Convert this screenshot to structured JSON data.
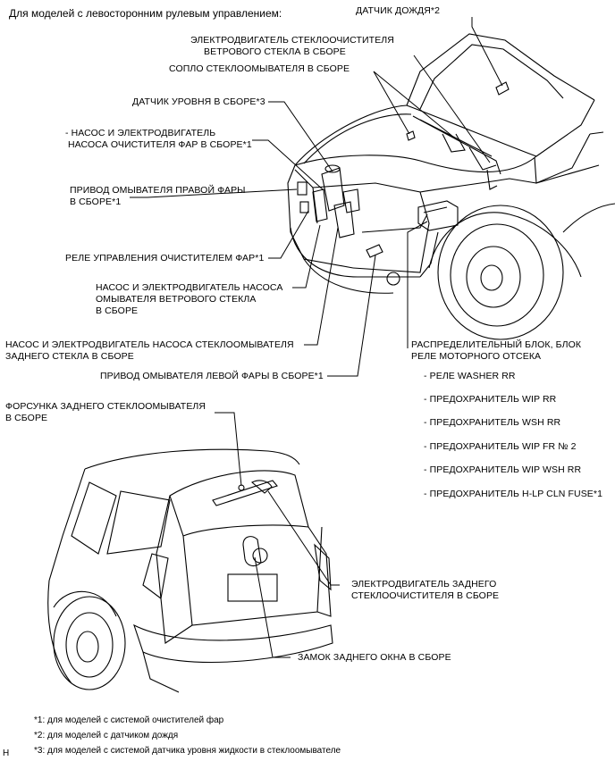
{
  "header": "Для моделей с левосторонним рулевым управлением:",
  "labels": {
    "rain_sensor": "ДАТЧИК ДОЖДЯ*2",
    "wiper_motor_1": "ЭЛЕКТРОДВИГАТЕЛЬ СТЕКЛООЧИСТИТЕЛЯ",
    "wiper_motor_2": "ВЕТРОВОГО СТЕКЛА В СБОРЕ",
    "washer_nozzle": "СОПЛО СТЕКЛООМЫВАТЕЛЯ В СБОРЕ",
    "level_sensor": "ДАТЧИК УРОВНЯ В СБОРЕ*3",
    "hl_pump_1": "- НАСОС И ЭЛЕКТРОДВИГАТЕЛЬ",
    "hl_pump_2": "НАСОСА ОЧИСТИТЕЛЯ ФАР В СБОРЕ*1",
    "right_hl_actuator_1": "ПРИВОД ОМЫВАТЕЛЯ ПРАВОЙ ФАРЫ",
    "right_hl_actuator_2": "В СБОРЕ*1",
    "hl_relay": "РЕЛЕ УПРАВЛЕНИЯ ОЧИСТИТЕЛЕМ ФАР*1",
    "ws_pump_1": "НАСОС И ЭЛЕКТРОДВИГАТЕЛЬ НАСОСА",
    "ws_pump_2": "ОМЫВАТЕЛЯ ВЕТРОВОГО СТЕКЛА",
    "ws_pump_3": "В СБОРЕ",
    "rear_pump_1": "НАСОС И ЭЛЕКТРОДВИГАТЕЛЬ НАСОСА СТЕКЛООМЫВАТЕЛЯ",
    "rear_pump_2": "ЗАДНЕГО СТЕКЛА В СБОРЕ",
    "left_hl_actuator": "ПРИВОД ОМЫВАТЕЛЯ ЛЕВОЙ ФАРЫ В СБОРЕ*1",
    "junction_1": "РАСПРЕДЕЛИТЕЛЬНЫЙ БЛОК, БЛОК",
    "junction_2": "РЕЛЕ МОТОРНОГО ОТСЕКА",
    "junction_items": [
      "- РЕЛЕ WASHER RR",
      "- ПРЕДОХРАНИТЕЛЬ WIP RR",
      "- ПРЕДОХРАНИТЕЛЬ WSH RR",
      "- ПРЕДОХРАНИТЕЛЬ WIP FR № 2",
      "- ПРЕДОХРАНИТЕЛЬ WIP WSH RR",
      "- ПРЕДОХРАНИТЕЛЬ H-LP CLN FUSE*1"
    ],
    "rear_nozzle_1": "ФОРСУНКА ЗАДНЕГО СТЕКЛООМЫВАТЕЛЯ",
    "rear_nozzle_2": "В СБОРЕ",
    "rear_wiper_1": "ЭЛЕКТРОДВИГАТЕЛЬ ЗАДНЕГО",
    "rear_wiper_2": "СТЕКЛООЧИСТИТЕЛЯ В СБОРЕ",
    "rear_lock": "ЗАМОК ЗАДНЕГО ОКНА В СБОРЕ"
  },
  "footnotes": [
    "*1: для моделей с системой очистителей фар",
    "*2: для моделей с датчиком дождя",
    "*3: для моделей с системой датчика уровня жидкости в стеклоомывателе"
  ],
  "corner_mark": "H"
}
